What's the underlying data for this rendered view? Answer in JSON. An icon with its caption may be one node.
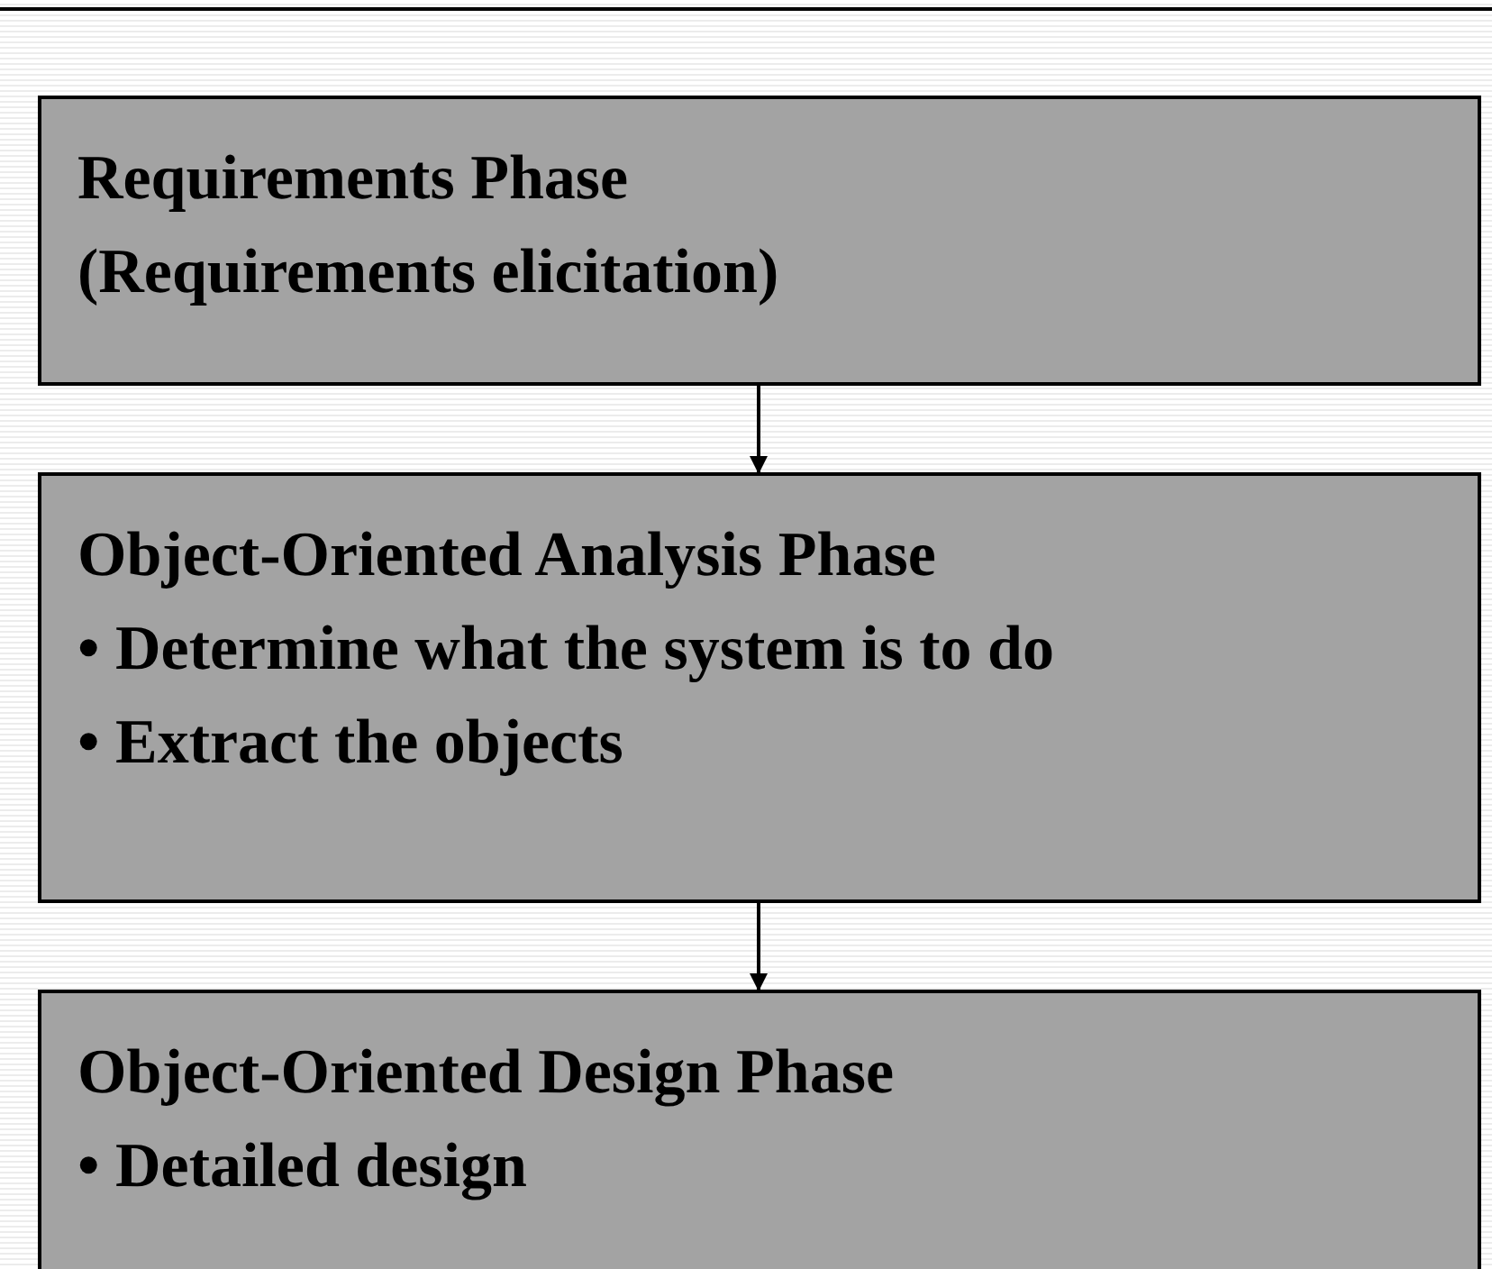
{
  "diagram": {
    "nodes": [
      {
        "text": [
          "Requirements Phase",
          "(Requirements elicitation)"
        ]
      },
      {
        "text": [
          "Object-Oriented Analysis Phase",
          "• Determine what the system is to do",
          "• Extract the objects"
        ]
      },
      {
        "text": [
          "Object-Oriented Design Phase",
          "• Detailed design"
        ]
      }
    ],
    "edges": [
      {
        "from": 0,
        "to": 1,
        "arrow": "to"
      },
      {
        "from": 1,
        "to": 2,
        "arrow": "to"
      }
    ]
  }
}
